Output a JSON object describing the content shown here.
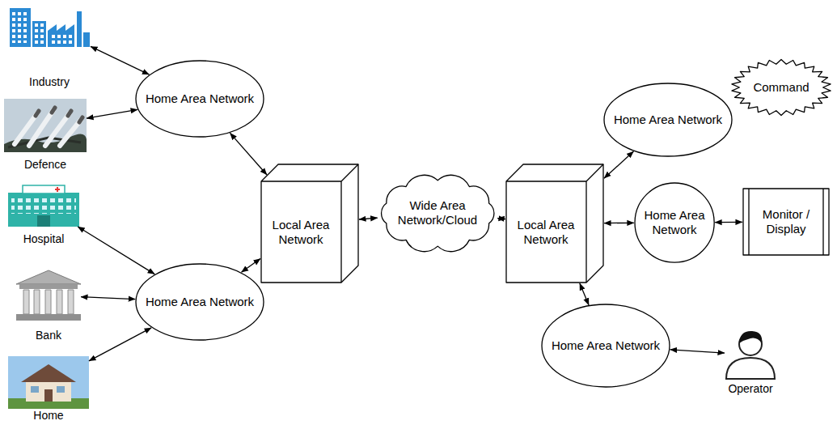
{
  "diagram": {
    "nodes": [
      {
        "text": [
          "Industry"
        ]
      },
      {
        "text": [
          "Defence"
        ]
      },
      {
        "text": [
          "Hospital"
        ]
      },
      {
        "text": [
          "Bank"
        ]
      },
      {
        "text": [
          "Home"
        ]
      },
      {
        "text": [
          "Home Area Network"
        ]
      },
      {
        "text": [
          "Home Area Network"
        ]
      },
      {
        "text": [
          "Local Area Network"
        ]
      },
      {
        "text": [
          "Wide Area Network/Cloud"
        ]
      },
      {
        "text": [
          "Local Area Network"
        ]
      },
      {
        "text": [
          "Home Area Network"
        ]
      },
      {
        "text": [
          "Command"
        ]
      },
      {
        "text": [
          "Home Area Network"
        ]
      },
      {
        "text": [
          "Monitor / Display"
        ]
      },
      {
        "text": [
          "Home Area Network"
        ]
      },
      {
        "text": [
          "Operator"
        ]
      }
    ],
    "edges": [
      {
        "from": 0,
        "to": 5,
        "arrow": "both"
      },
      {
        "from": 1,
        "to": 5,
        "arrow": "both"
      },
      {
        "from": 2,
        "to": 6,
        "arrow": "both"
      },
      {
        "from": 3,
        "to": 6,
        "arrow": "both"
      },
      {
        "from": 4,
        "to": 6,
        "arrow": "both"
      },
      {
        "from": 5,
        "to": 7,
        "arrow": "both"
      },
      {
        "from": 6,
        "to": 7,
        "arrow": "both"
      },
      {
        "from": 7,
        "to": 8,
        "arrow": "both"
      },
      {
        "from": 8,
        "to": 9,
        "arrow": "both"
      },
      {
        "from": 9,
        "to": 10,
        "arrow": "both"
      },
      {
        "from": 9,
        "to": 12,
        "arrow": "both"
      },
      {
        "from": 12,
        "to": 13,
        "arrow": "both"
      },
      {
        "from": 9,
        "to": 14,
        "arrow": "both"
      },
      {
        "from": 14,
        "to": 15,
        "arrow": "both"
      }
    ]
  }
}
